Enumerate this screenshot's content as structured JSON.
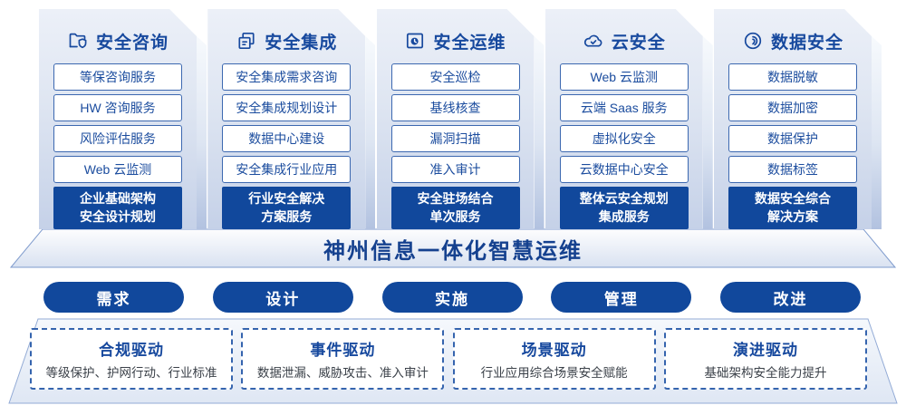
{
  "palette": {
    "primary_blue": "#11489c",
    "title_blue": "#17499e",
    "item_border_blue": "#3c68b0",
    "banner_text_blue": "#15418f",
    "desc_gray": "#3b4149"
  },
  "columns": [
    {
      "icon": "security-consulting-icon",
      "title": "安全咨询",
      "items": [
        "等保咨询服务",
        "HW 咨询服务",
        "风险评估服务",
        "Web 云监测"
      ],
      "footer": "企业基础架构\n安全设计规划"
    },
    {
      "icon": "security-integration-icon",
      "title": "安全集成",
      "items": [
        "安全集成需求咨询",
        "安全集成规划设计",
        "数据中心建设",
        "安全集成行业应用"
      ],
      "footer": "行业安全解决\n方案服务"
    },
    {
      "icon": "security-operations-icon",
      "title": "安全运维",
      "items": [
        "安全巡检",
        "基线核查",
        "漏洞扫描",
        "准入审计"
      ],
      "footer": "安全驻场结合\n单次服务"
    },
    {
      "icon": "cloud-security-icon",
      "title": "云安全",
      "items": [
        "Web 云监测",
        "云端 Saas 服务",
        "虚拟化安全",
        "云数据中心安全"
      ],
      "footer": "整体云安全规划\n集成服务"
    },
    {
      "icon": "data-security-icon",
      "title": "数据安全",
      "items": [
        "数据脱敏",
        "数据加密",
        "数据保护",
        "数据标签"
      ],
      "footer": "数据安全综合\n解决方案"
    }
  ],
  "banner": {
    "title": "神州信息一体化智慧运维"
  },
  "process_pills": [
    "需求",
    "设计",
    "实施",
    "管理",
    "改进"
  ],
  "drivers": [
    {
      "title": "合规驱动",
      "desc": "等级保护、护网行动、行业标准"
    },
    {
      "title": "事件驱动",
      "desc": "数据泄漏、威胁攻击、准入审计"
    },
    {
      "title": "场景驱动",
      "desc": "行业应用综合场景安全赋能"
    },
    {
      "title": "演进驱动",
      "desc": "基础架构安全能力提升"
    }
  ]
}
